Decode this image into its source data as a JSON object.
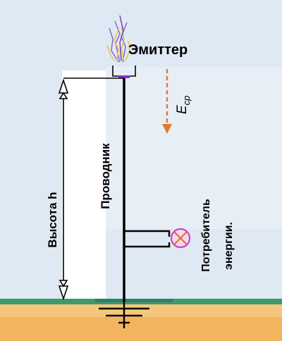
{
  "labels": {
    "emitter": "Эмиттер",
    "conductor": "Проводник",
    "height": "Высота h",
    "consumer_line1": "Потребитель",
    "consumer_line2": "энергии.",
    "field_symbol": "E",
    "field_subscript": "ср"
  },
  "colors": {
    "background": "#ffffff",
    "panel": "#dfe9f3",
    "grass": "#3e9a6a",
    "soil": "#f3b45f",
    "soil_light": "#f7cf86",
    "wire": "#000000",
    "field_arrow": "#e07a30",
    "consumer_ring": "#cc44cc",
    "consumer_cross": "#e06a20",
    "sparks_purple": "#8a5cc8",
    "sparks_yellow": "#e8c23a",
    "emitter_mark": "#8a2be2"
  },
  "icons": {
    "ground": "ground-symbol-icon",
    "consumer": "lamp-cross-icon",
    "sparks": "corona-discharge-icon"
  }
}
